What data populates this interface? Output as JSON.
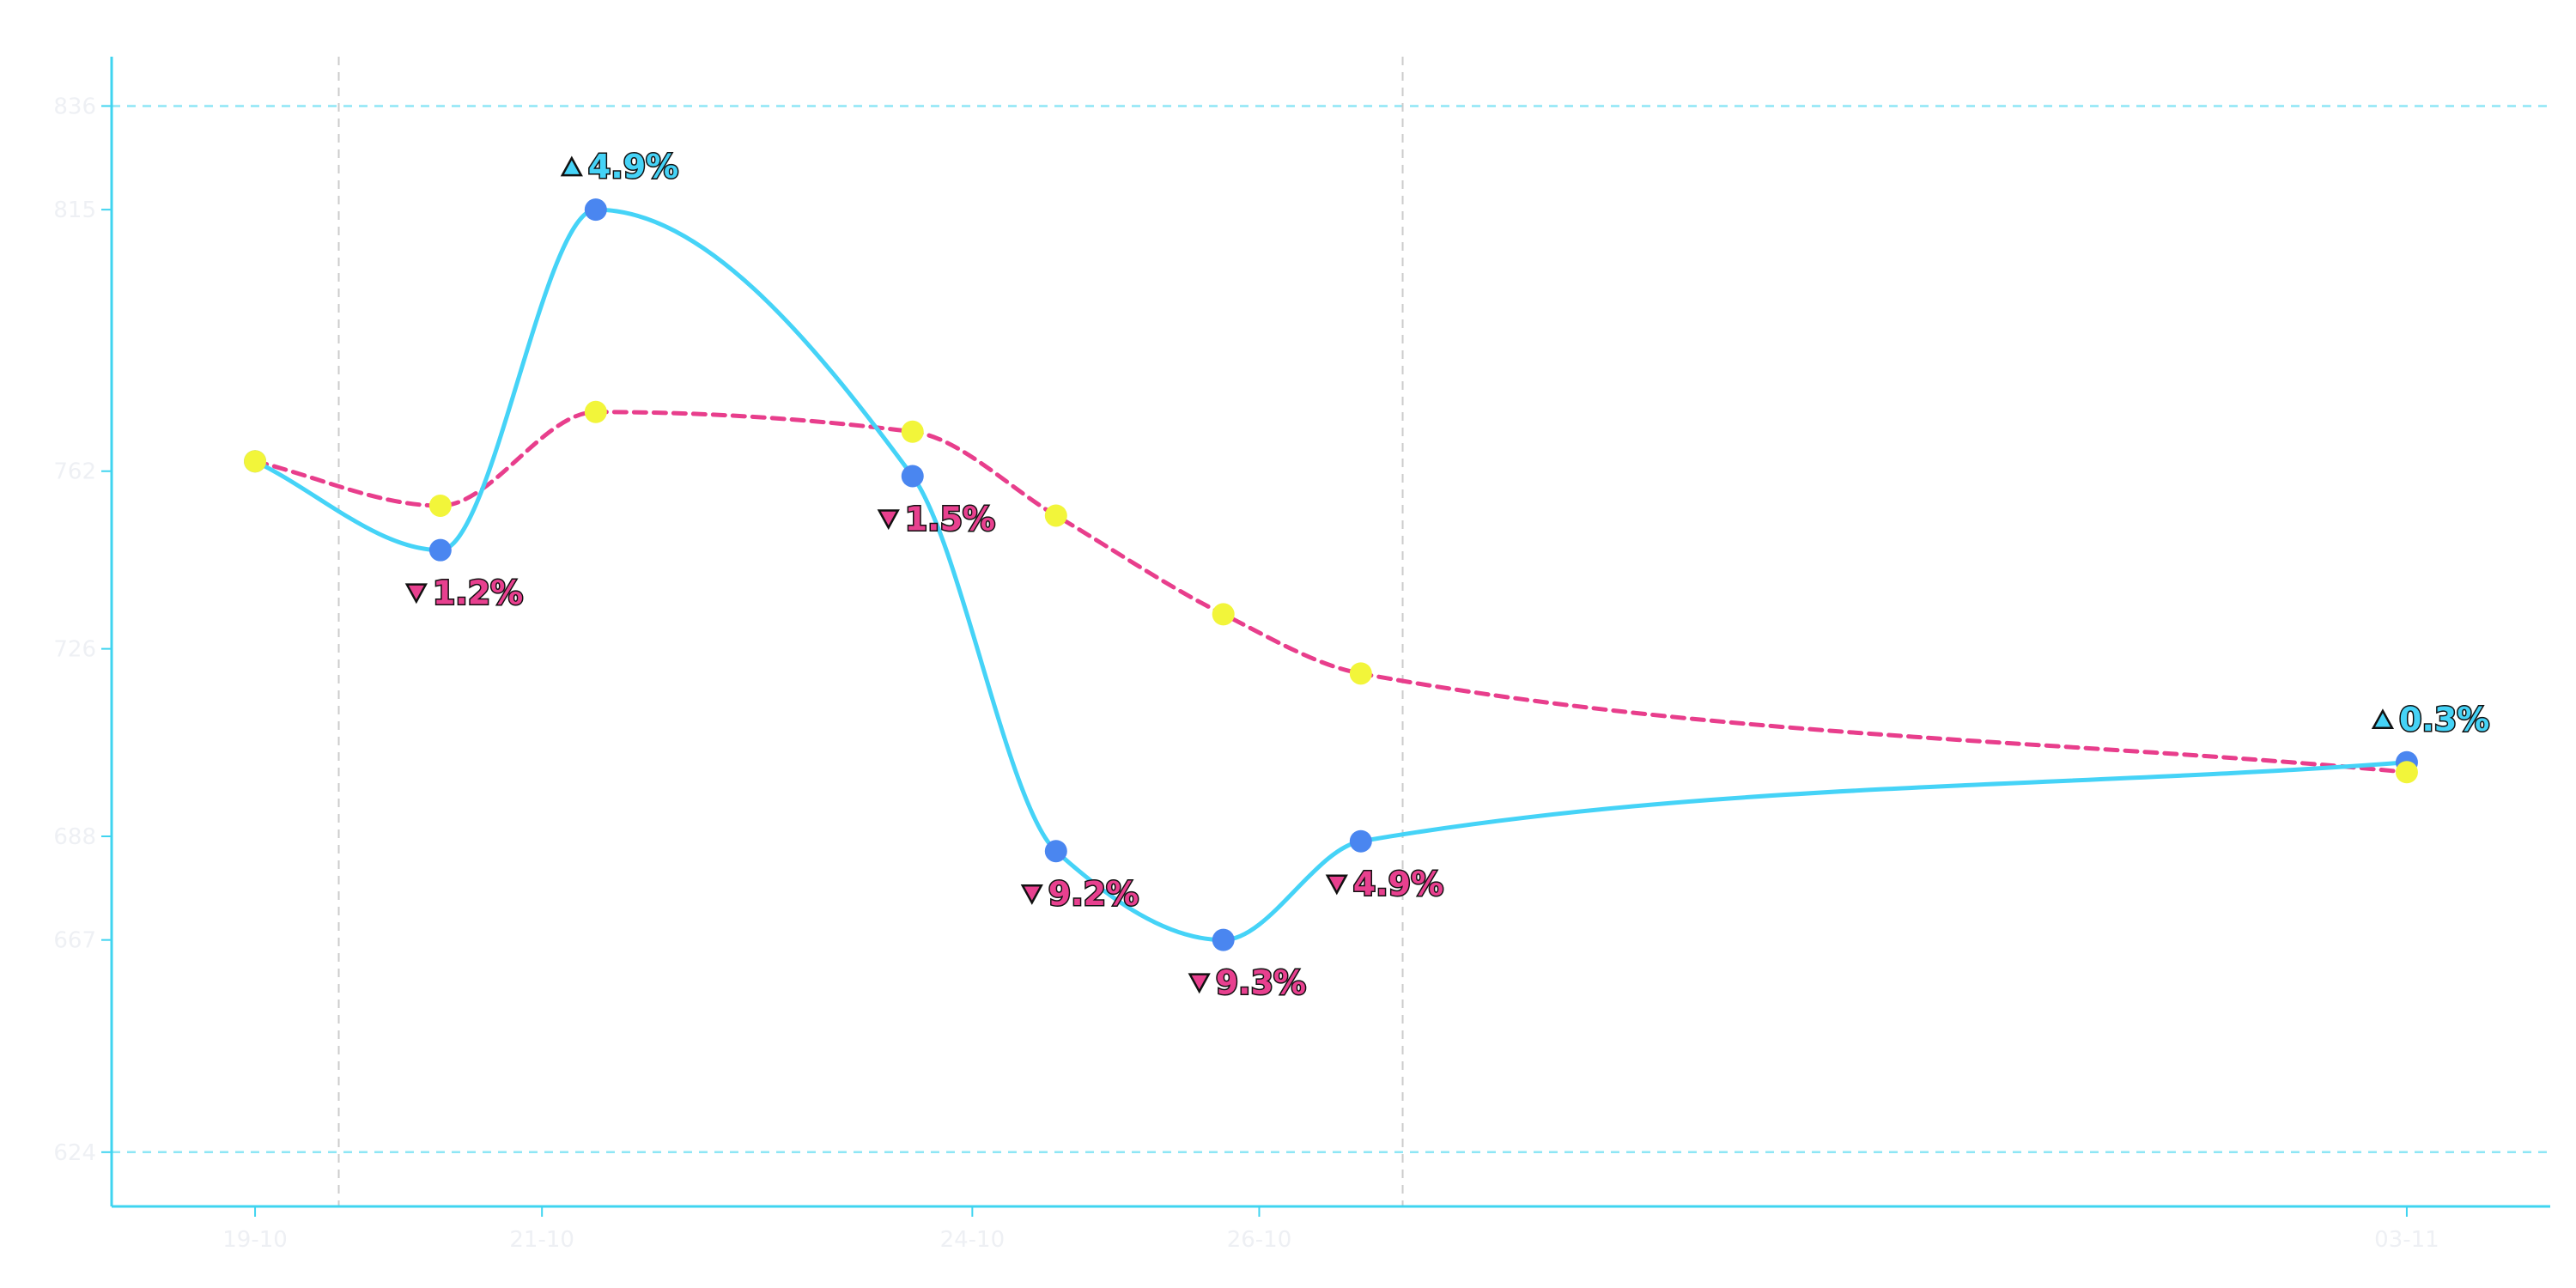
{
  "colors": {
    "axis": "#3fd4f0",
    "refline": "#8ee6f5",
    "vline": "#cccccc",
    "series_primary": "#45d3f7",
    "series_primary_marker": "#4a86f0",
    "series_secondary": "#e83e8c",
    "series_secondary_marker": "#f2f53a",
    "up": "#45d3f7",
    "down": "#e8408f",
    "tick_text": "#eef0f4"
  },
  "chart_data": {
    "type": "line",
    "title": "",
    "xlabel": "",
    "ylabel": "",
    "x_axis": {
      "type": "date",
      "range": [
        "2023-10-18",
        "2023-11-04"
      ],
      "ticks": [
        {
          "date": "2023-10-19",
          "label": "19-10"
        },
        {
          "date": "2023-10-21",
          "label": "21-10"
        },
        {
          "date": "2023-10-24",
          "label": "24-10"
        },
        {
          "date": "2023-10-26",
          "label": "26-10"
        },
        {
          "date": "2023-11-03",
          "label": "03-11"
        }
      ]
    },
    "y_axis": {
      "range": [
        613,
        846
      ],
      "ticks": [
        624,
        667,
        688,
        726,
        762,
        815,
        836
      ]
    },
    "reference_lines": {
      "horizontal": [
        836,
        624
      ]
    },
    "vertical_markers": [
      "2023-10-19T14:00",
      "2023-10-27T00:00"
    ],
    "grid": false,
    "legend": "none",
    "series": [
      {
        "style": "solid",
        "points": [
          {
            "x": "2023-10-19T00:00",
            "y": 764
          },
          {
            "x": "2023-10-20T07:00",
            "y": 746
          },
          {
            "x": "2023-10-21T09:00",
            "y": 815
          },
          {
            "x": "2023-10-23T14:00",
            "y": 761
          },
          {
            "x": "2023-10-24T14:00",
            "y": 685
          },
          {
            "x": "2023-10-25T18:00",
            "y": 667
          },
          {
            "x": "2023-10-26T17:00",
            "y": 687
          },
          {
            "x": "2023-11-03T00:00",
            "y": 703
          }
        ]
      },
      {
        "style": "dashed",
        "points": [
          {
            "x": "2023-10-19T00:00",
            "y": 764
          },
          {
            "x": "2023-10-20T07:00",
            "y": 755
          },
          {
            "x": "2023-10-21T09:00",
            "y": 774
          },
          {
            "x": "2023-10-23T14:00",
            "y": 770
          },
          {
            "x": "2023-10-24T14:00",
            "y": 753
          },
          {
            "x": "2023-10-25T18:00",
            "y": 733
          },
          {
            "x": "2023-10-26T17:00",
            "y": 721
          },
          {
            "x": "2023-11-03T00:00",
            "y": 701
          }
        ]
      }
    ],
    "annotations": [
      {
        "point": 1,
        "direction": "down",
        "text": "1.2%"
      },
      {
        "point": 2,
        "direction": "up",
        "text": "4.9%"
      },
      {
        "point": 3,
        "direction": "down",
        "text": "1.5%"
      },
      {
        "point": 4,
        "direction": "down",
        "text": "9.2%"
      },
      {
        "point": 5,
        "direction": "down",
        "text": "9.3%"
      },
      {
        "point": 6,
        "direction": "down",
        "text": "4.9%"
      },
      {
        "point": 7,
        "direction": "up",
        "text": "0.3%"
      }
    ]
  }
}
